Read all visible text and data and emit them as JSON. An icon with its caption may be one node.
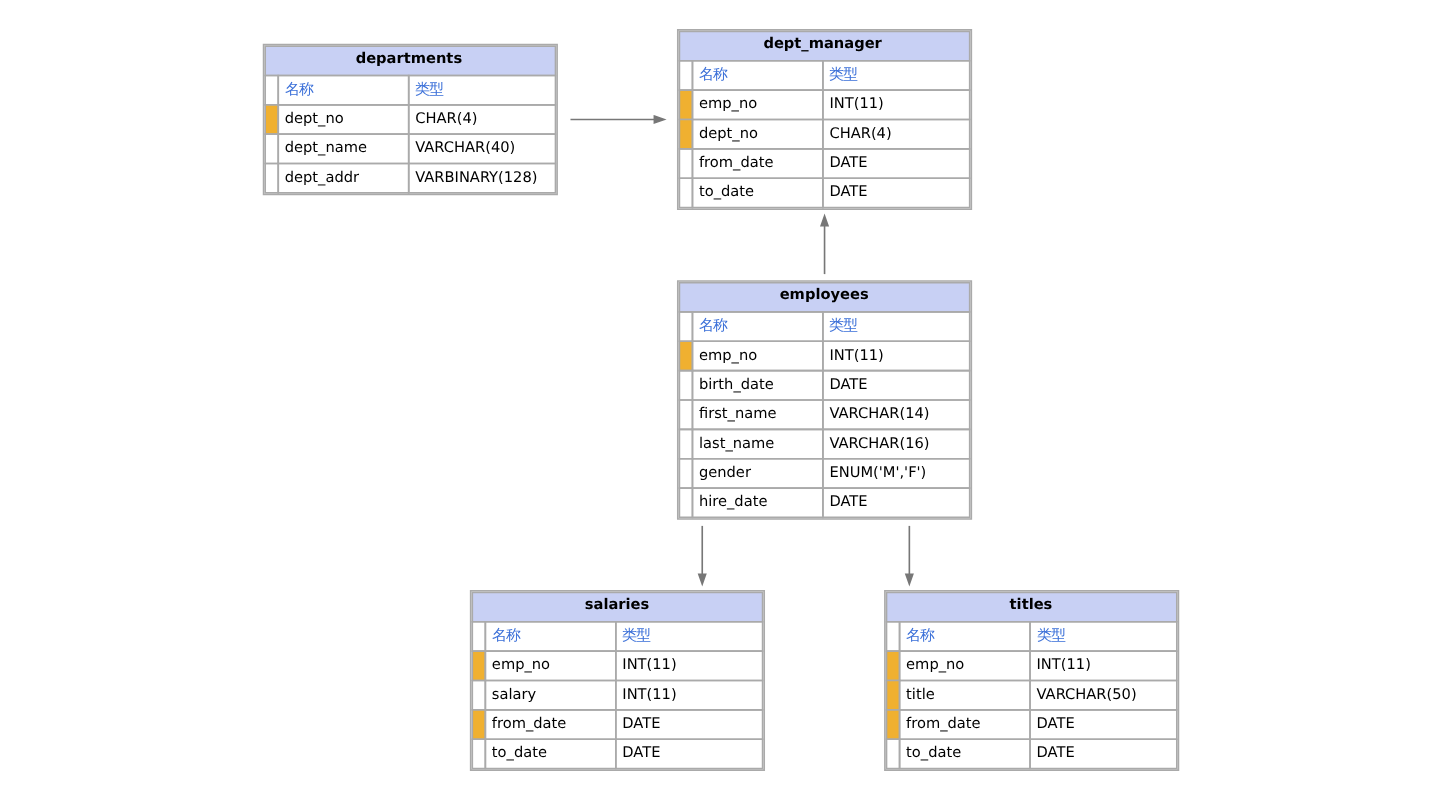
{
  "diagram": {
    "nodes": [
      {
        "text": [
          "dept_manager",
          "名称",
          "类型",
          "emp_no",
          "INT(11)",
          "dept_no",
          "CHAR(4)",
          "from_date",
          "DATE",
          "to_date",
          "DATE"
        ]
      },
      {
        "text": [
          "departments",
          "名称",
          "类型",
          "dept_no",
          "CHAR(4)",
          "dept_name",
          "VARCHAR(40)",
          "dept_addr",
          "VARBINARY(128)"
        ]
      },
      {
        "text": [
          "employees",
          "名称",
          "类型",
          "emp_no",
          "INT(11)",
          "birth_date",
          "DATE",
          "first_name",
          "VARCHAR(14)",
          "last_name",
          "VARCHAR(16)",
          "gender",
          "ENUM('M','F')",
          "hire_date",
          "DATE"
        ]
      },
      {
        "text": [
          "salaries",
          "名称",
          "类型",
          "emp_no",
          "INT(11)",
          "salary",
          "INT(11)",
          "from_date",
          "DATE",
          "to_date",
          "DATE"
        ]
      },
      {
        "text": [
          "titles",
          "名称",
          "类型",
          "emp_no",
          "INT(11)",
          "title",
          "VARCHAR(50)",
          "from_date",
          "DATE",
          "to_date",
          "DATE"
        ]
      }
    ],
    "edges": [
      {
        "from": 1,
        "to": 0,
        "arrow": "to"
      },
      {
        "from": 2,
        "to": 0,
        "arrow": "to"
      },
      {
        "from": 2,
        "to": 3,
        "arrow": "to"
      },
      {
        "from": 2,
        "to": 4,
        "arrow": "to"
      }
    ]
  }
}
